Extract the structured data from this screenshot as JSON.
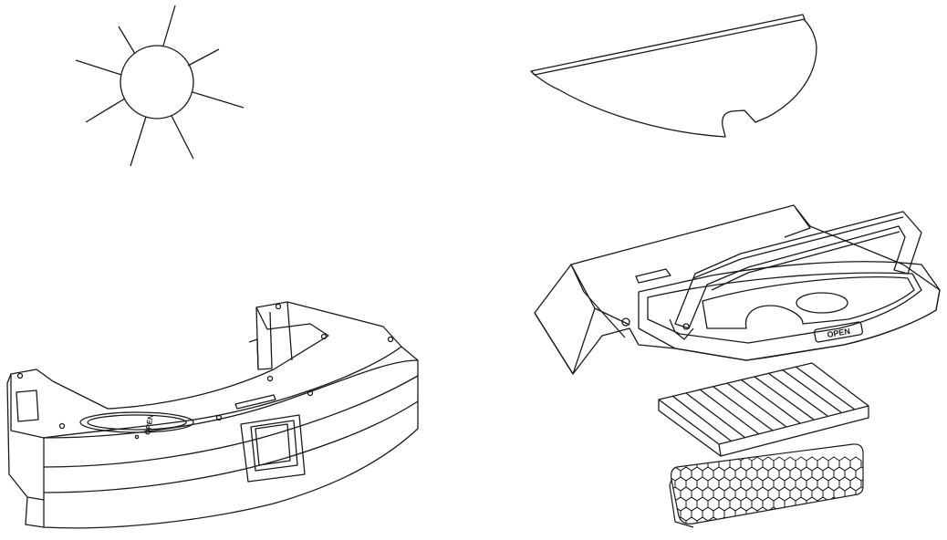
{
  "figure": {
    "panels": [
      {
        "id": "sun",
        "icon": "sun-icon"
      },
      {
        "id": "mop-pad",
        "icon": "mop-pad"
      },
      {
        "id": "dustbin",
        "icon": "dustbin"
      },
      {
        "id": "dustbin-open",
        "icon": "dustbin-open-lid"
      },
      {
        "id": "filter",
        "icon": "sponge-filter"
      },
      {
        "id": "hepa",
        "icon": "honeycomb-filter"
      }
    ],
    "dustbin_open_label": "OPEN",
    "lid_open_label": "OPEN"
  },
  "colors": {
    "line": "#1a1a1a",
    "background": "#ffffff"
  }
}
